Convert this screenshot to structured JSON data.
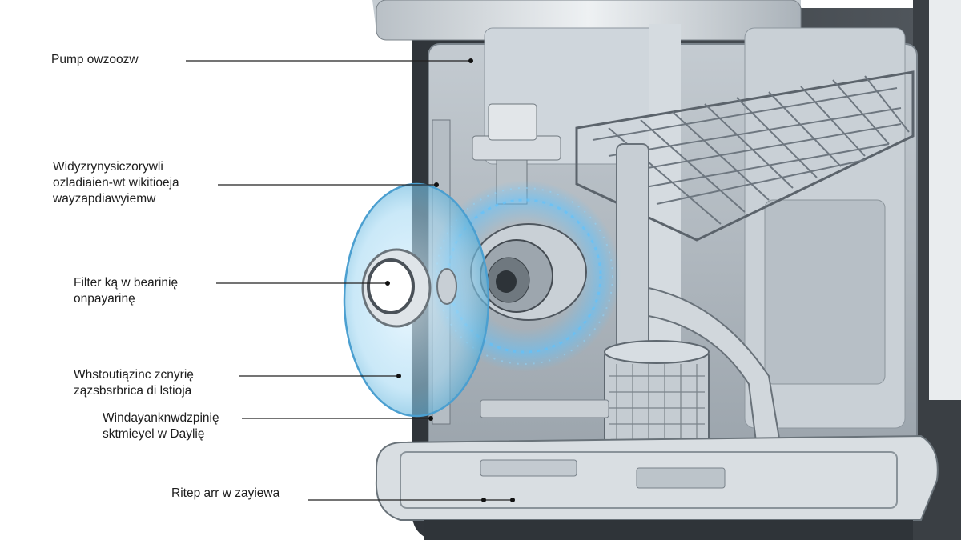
{
  "diagram": {
    "labels": [
      {
        "id": "pump",
        "lines": [
          "Pump owzoozw"
        ]
      },
      {
        "id": "seal",
        "lines": [
          "Widyzrynysiczorywli",
          "ozladiaien-wt wikitioeja",
          "wayzapdiawyiemw"
        ]
      },
      {
        "id": "filter-bearing",
        "lines": [
          "Filter ką w bearinię",
          "onpayarinę"
        ]
      },
      {
        "id": "housing",
        "lines": [
          "Whstoutiązinc zcnyrię",
          "zązsbsrbrica di lstioja"
        ]
      },
      {
        "id": "motor",
        "lines": [
          "Windayanknwdzpinię",
          "sktmieyel w Daylię"
        ]
      },
      {
        "id": "drain",
        "lines": [
          "Ritep arr w zayiewa"
        ]
      }
    ],
    "colors": {
      "steel_dark": "#3d4248",
      "steel_mid": "#9aa3ab",
      "steel_light": "#d8dde1",
      "glow_blue": "#5ec3ff",
      "lens_blue": "#8fd0ee",
      "leader_line": "#222222"
    }
  }
}
